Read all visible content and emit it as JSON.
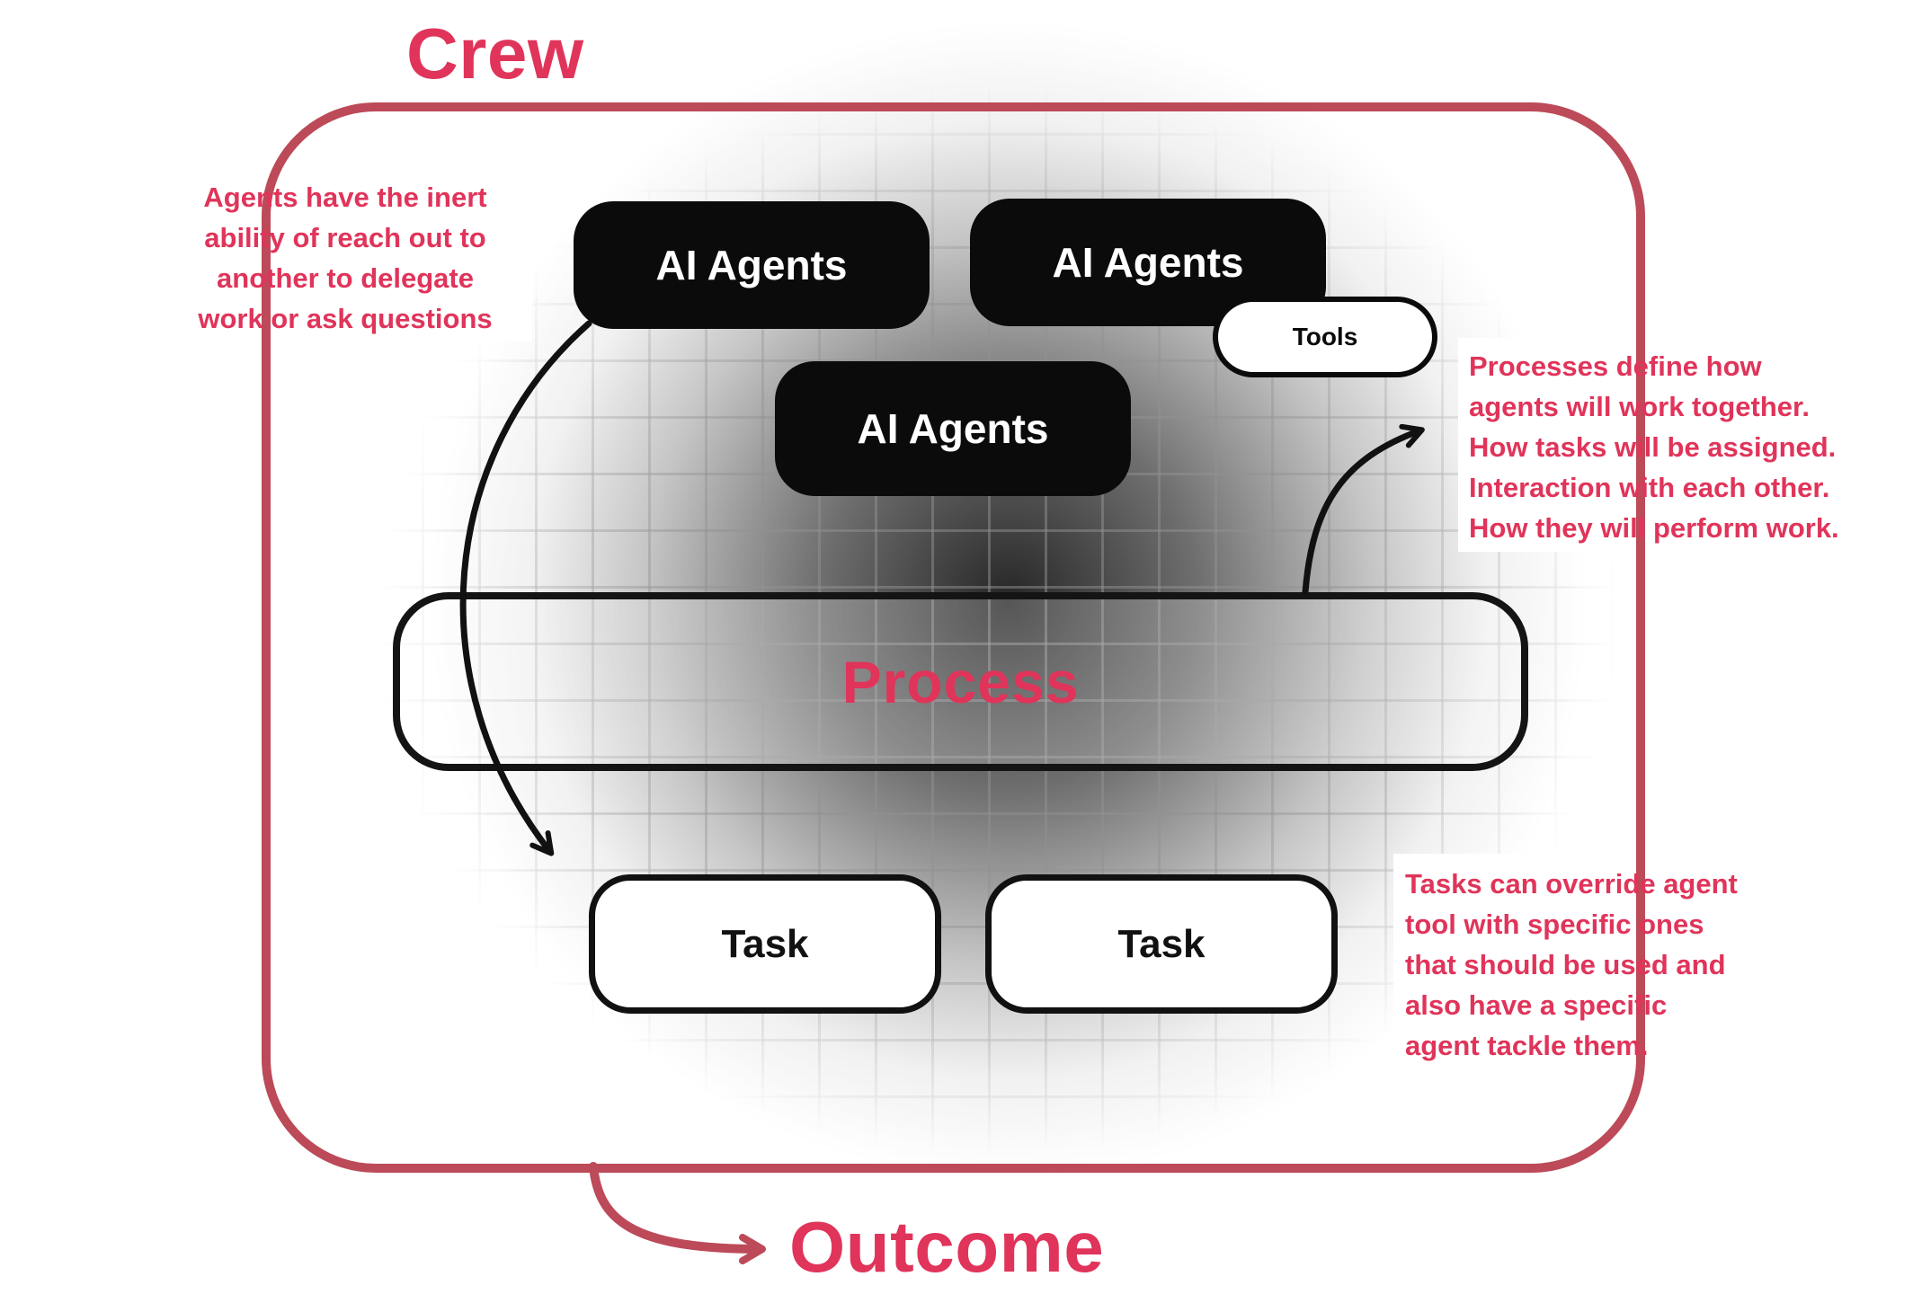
{
  "title": "Crew",
  "outcome": "Outcome",
  "agents": {
    "a1": "AI Agents",
    "a2": "AI Agents",
    "a3": "AI Agents"
  },
  "tools": "Tools",
  "process": "Process",
  "tasks": {
    "t1": "Task",
    "t2": "Task"
  },
  "annotations": {
    "left": "Agents have the inert\nability of reach out to\nanother to delegate\nwork or ask questions",
    "right_top": "Processes define how\nagents will work together.\nHow tasks will be assigned.\nInteraction with each other.\nHow they will perform work.",
    "right_bottom": "Tasks can override agent\ntool with specific ones\nthat should be used and\nalso have a specific\nagent tackle them."
  },
  "colors": {
    "accent": "#e0345a",
    "border": "#bc4a58"
  }
}
